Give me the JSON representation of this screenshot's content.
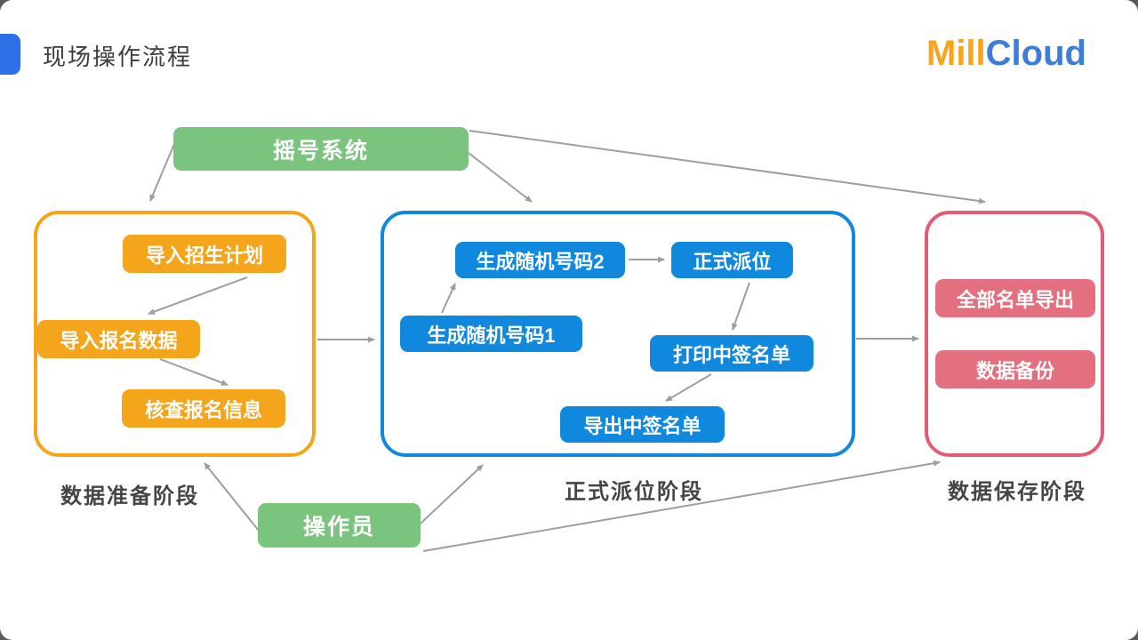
{
  "slide": {
    "title": "现场操作流程",
    "logo": {
      "mill": "Mill",
      "cloud": "Cloud"
    }
  },
  "nodes": {
    "lottery_system": "摇号系统",
    "operator": "操作员"
  },
  "stages": [
    {
      "label": "数据准备阶段",
      "steps": [
        "导入招生计划",
        "导入报名数据",
        "核查报名信息"
      ]
    },
    {
      "label": "正式派位阶段",
      "steps": [
        "生成随机号码2",
        "正式派位",
        "生成随机号码1",
        "打印中签名单",
        "导出中签名单"
      ]
    },
    {
      "label": "数据保存阶段",
      "steps": [
        "全部名单导出",
        "数据备份"
      ]
    }
  ],
  "colors": {
    "accent_orange": "#f5a51b",
    "accent_blue": "#1088de",
    "accent_green": "#7bc47e",
    "accent_pink_fill": "#e4707f",
    "accent_pink_border": "#e25c74",
    "arrow_gray": "#9e9e9e",
    "title_marker_blue": "#2e6fe8",
    "logo_orange": "#f7a51c",
    "logo_blue": "#3e7cd9",
    "text_dark": "#3d3d3d"
  }
}
